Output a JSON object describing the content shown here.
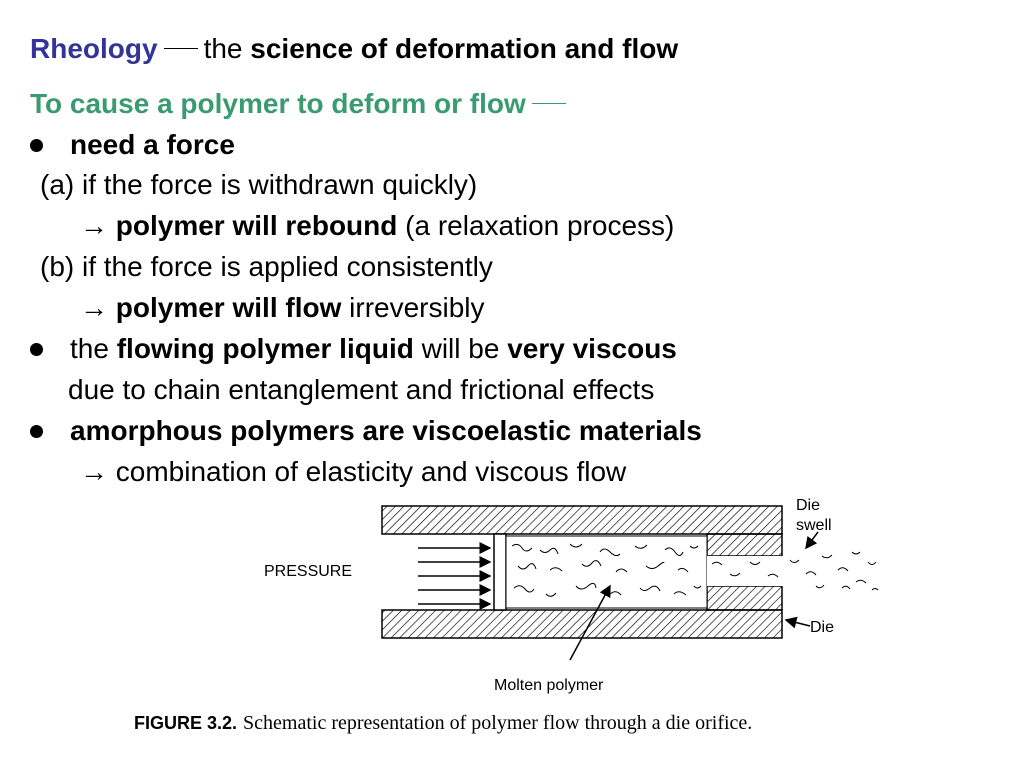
{
  "title": {
    "term": "Rheology",
    "rest": "the",
    "definition": "science of deformation and flow"
  },
  "subtitle": "To cause a polymer to deform or flow",
  "bullets": {
    "b1": {
      "text": "need a force"
    },
    "a_line": "(a) if the force is withdrawn quickly)",
    "a_result_bold": "polymer will rebound",
    "a_result_rest": "(a relaxation process)",
    "b_line": "(b) if the force is applied consistently",
    "b_result_bold": "polymer will flow",
    "b_result_rest": "irreversibly",
    "b2_pre": "the",
    "b2_bold1": "flowing polymer liquid",
    "b2_mid": "will be",
    "b2_bold2": "very viscous",
    "b2_cont": "due to chain entanglement and frictional effects",
    "b3": "amorphous polymers are viscoelastic materials",
    "b3_result": "combination of elasticity and viscous flow"
  },
  "arrow_glyph": "→",
  "figure": {
    "label_pressure": "PRESSURE",
    "label_die_swell_1": "Die",
    "label_die_swell_2": "swell",
    "label_die": "Die",
    "label_molten": "Molten polymer",
    "caption_number": "FIGURE 3.2.",
    "caption_text": "Schematic representation of polymer flow through a die orifice."
  }
}
